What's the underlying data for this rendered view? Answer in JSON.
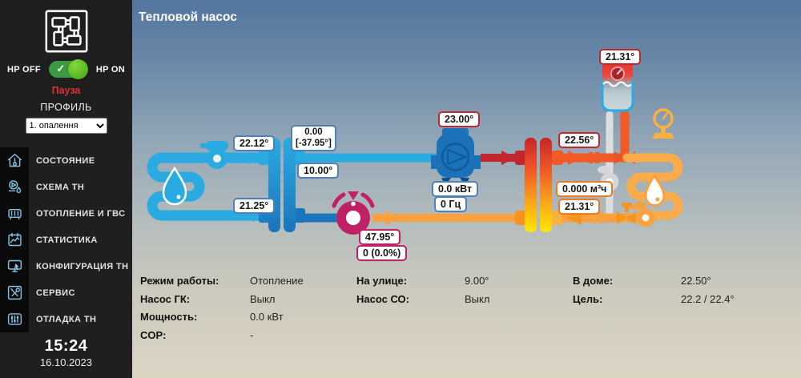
{
  "header": {
    "title": "Тепловой насос"
  },
  "sidebar": {
    "logo": "hands-unity-logo",
    "hp_off": "HP OFF",
    "hp_on": "HP ON",
    "status": "Пауза",
    "profile_label": "ПРОФИЛЬ",
    "profile_value": "1. опалення",
    "menu": [
      {
        "label": "СОСТОЯНИЕ",
        "icon": "house-thermometer-icon"
      },
      {
        "label": "СХЕМА ТН",
        "icon": "pump-scheme-icon"
      },
      {
        "label": "ОТОПЛЕНИЕ И ГВС",
        "icon": "radiator-icon"
      },
      {
        "label": "СТАТИСТИКА",
        "icon": "calendar-chart-icon"
      },
      {
        "label": "КОНФИГУРАЦИЯ ТН",
        "icon": "configuration-icon"
      },
      {
        "label": "СЕРВИС",
        "icon": "tools-icon"
      },
      {
        "label": "ОТЛАДКА ТН",
        "icon": "sliders-icon"
      }
    ],
    "time": "15:24",
    "date": "16.10.2023"
  },
  "diagram": {
    "labels": {
      "brine_supply": "22.12°",
      "brine_return": "21.25°",
      "superheat": "0.00",
      "superheat_target": "[-37.95°]",
      "evaporation": "10.00°",
      "compressor_temp": "23.00°",
      "power": "0.0 кВт",
      "frequency": "0 Гц",
      "eev_temp": "47.95°",
      "eev_opening": "0 (0.0%)",
      "supply_temp": "22.56°",
      "flow": "0.000 м³ч",
      "return_temp": "21.31°",
      "tank_temp": "21.31°"
    }
  },
  "info": {
    "rows": [
      {
        "c1": "Режим работы:",
        "v1": "Отопление",
        "c2": "На улице:",
        "v2": "9.00°",
        "c3": "В доме:",
        "v3": "22.50°"
      },
      {
        "c1": "Насос ГК:",
        "v1": "Выкл",
        "c2": "Насос СО:",
        "v2": "Выкл",
        "c3": "Цель:",
        "v3": "22.2 / 22.4°"
      },
      {
        "c1": "Мощность:",
        "v1": "0.0 кВт",
        "c2": "",
        "v2": "",
        "c3": "",
        "v3": ""
      },
      {
        "c1": "COP:",
        "v1": "-",
        "c2": "",
        "v2": "",
        "c3": "",
        "v3": ""
      }
    ]
  },
  "colors": {
    "pipe_light_blue": "#29ABE2",
    "pipe_dark_blue": "#1B75BC",
    "pipe_red": "#C1272D",
    "pipe_orange": "#F15A24",
    "pipe_light_orange": "#FBAB49",
    "valve_magenta": "#BF2166",
    "status_red": "#E03131",
    "toggle_green": "#46A317",
    "menu_icon_blue": "#86C5E9"
  }
}
